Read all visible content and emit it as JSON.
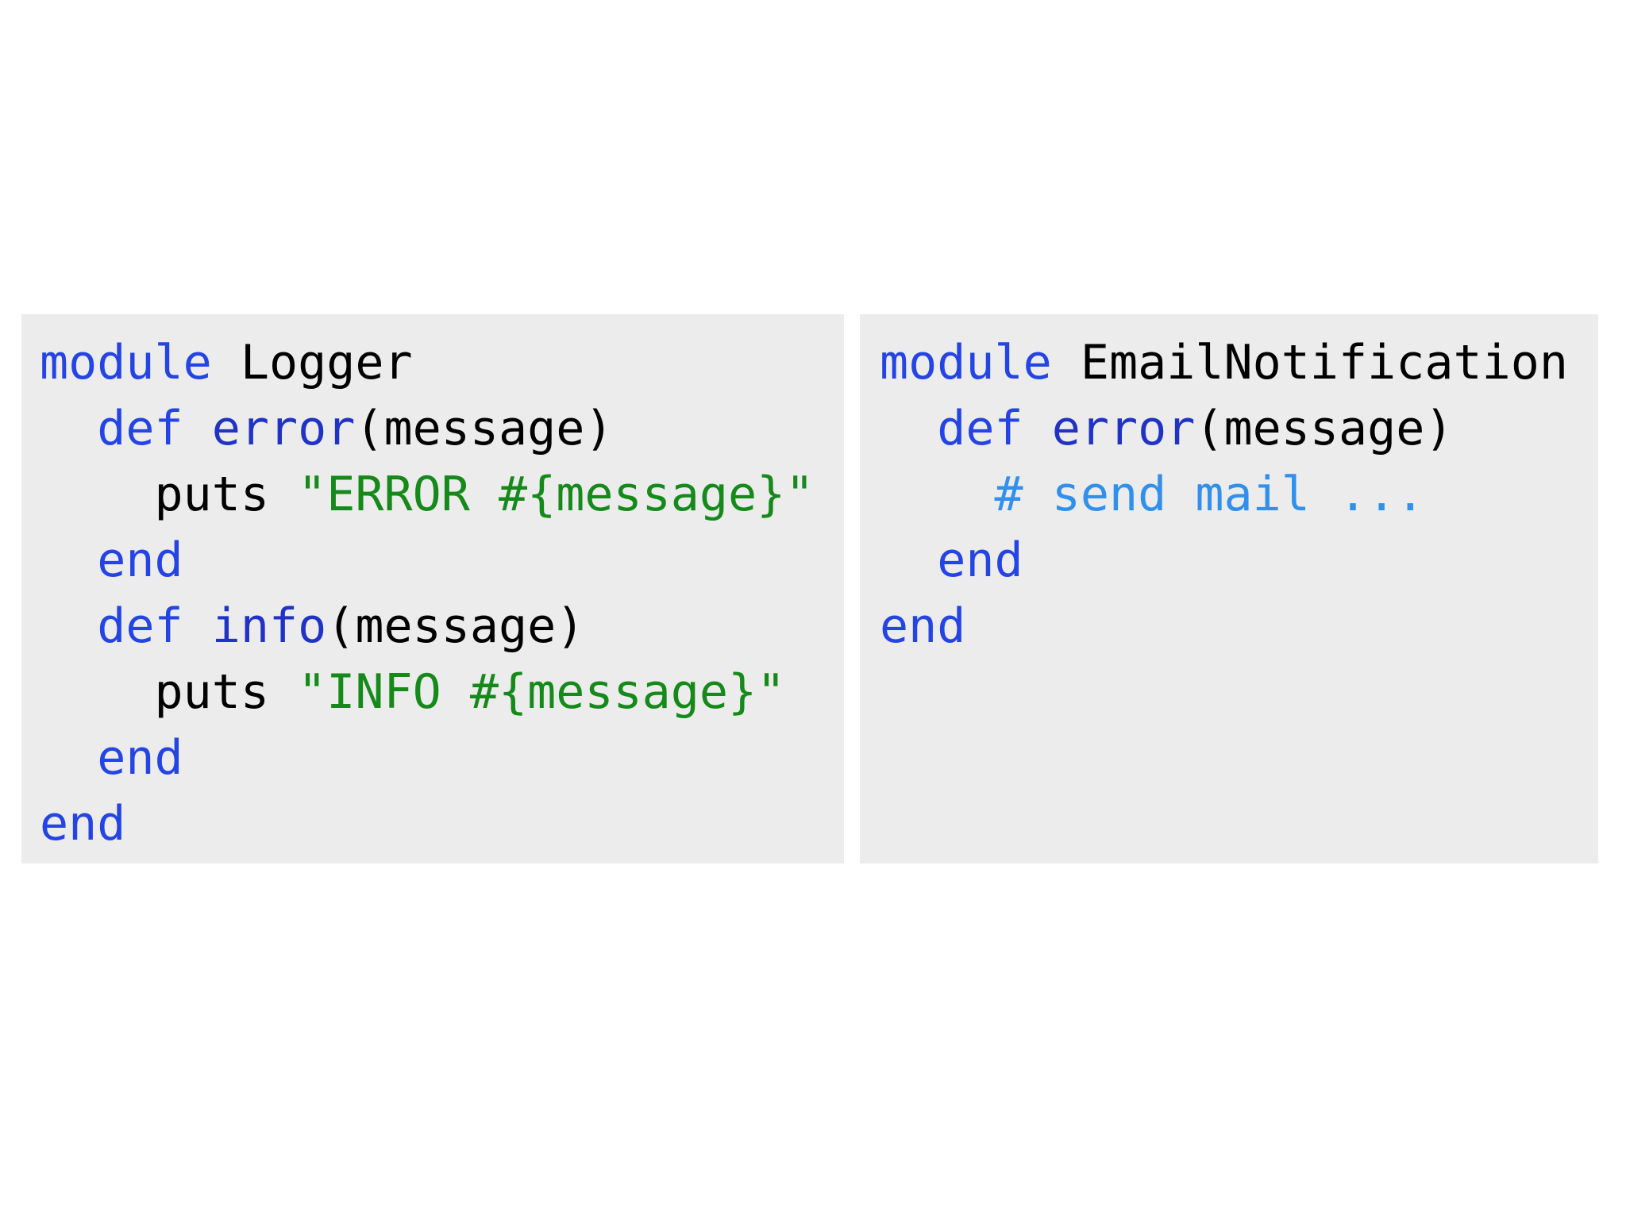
{
  "canvas": {
    "background": "#ffffff"
  },
  "colors": {
    "panel_bg": "#ececec",
    "keyword": "#2444e4",
    "method": "#2133c4",
    "plain": "#000000",
    "string": "#158a1a",
    "comment": "#3090ec"
  },
  "panels": {
    "left": {
      "language": "ruby",
      "lines": [
        {
          "segments": [
            {
              "text": "module",
              "color": "keyword"
            },
            {
              "text": " Logger",
              "color": "plain"
            }
          ]
        },
        {
          "segments": [
            {
              "text": "  ",
              "color": "plain"
            },
            {
              "text": "def",
              "color": "keyword"
            },
            {
              "text": " ",
              "color": "plain"
            },
            {
              "text": "error",
              "color": "method"
            },
            {
              "text": "(message)",
              "color": "plain"
            }
          ]
        },
        {
          "segments": [
            {
              "text": "    puts ",
              "color": "plain"
            },
            {
              "text": "\"ERROR #{message}\"",
              "color": "string"
            }
          ]
        },
        {
          "segments": [
            {
              "text": "  ",
              "color": "plain"
            },
            {
              "text": "end",
              "color": "keyword"
            }
          ]
        },
        {
          "segments": [
            {
              "text": "  ",
              "color": "plain"
            },
            {
              "text": "def",
              "color": "keyword"
            },
            {
              "text": " ",
              "color": "plain"
            },
            {
              "text": "info",
              "color": "method"
            },
            {
              "text": "(message)",
              "color": "plain"
            }
          ]
        },
        {
          "segments": [
            {
              "text": "    puts ",
              "color": "plain"
            },
            {
              "text": "\"INFO #{message}\"",
              "color": "string"
            }
          ]
        },
        {
          "segments": [
            {
              "text": "  ",
              "color": "plain"
            },
            {
              "text": "end",
              "color": "keyword"
            }
          ]
        },
        {
          "segments": [
            {
              "text": "end",
              "color": "keyword"
            }
          ]
        }
      ]
    },
    "right": {
      "language": "ruby",
      "lines": [
        {
          "segments": [
            {
              "text": "module",
              "color": "keyword"
            },
            {
              "text": " EmailNotification",
              "color": "plain"
            }
          ]
        },
        {
          "segments": [
            {
              "text": "  ",
              "color": "plain"
            },
            {
              "text": "def",
              "color": "keyword"
            },
            {
              "text": " ",
              "color": "plain"
            },
            {
              "text": "error",
              "color": "method"
            },
            {
              "text": "(message)",
              "color": "plain"
            }
          ]
        },
        {
          "segments": [
            {
              "text": "    ",
              "color": "plain"
            },
            {
              "text": "# send mail ...",
              "color": "comment"
            }
          ]
        },
        {
          "segments": [
            {
              "text": "  ",
              "color": "plain"
            },
            {
              "text": "end",
              "color": "keyword"
            }
          ]
        },
        {
          "segments": [
            {
              "text": "end",
              "color": "keyword"
            }
          ]
        }
      ]
    }
  }
}
